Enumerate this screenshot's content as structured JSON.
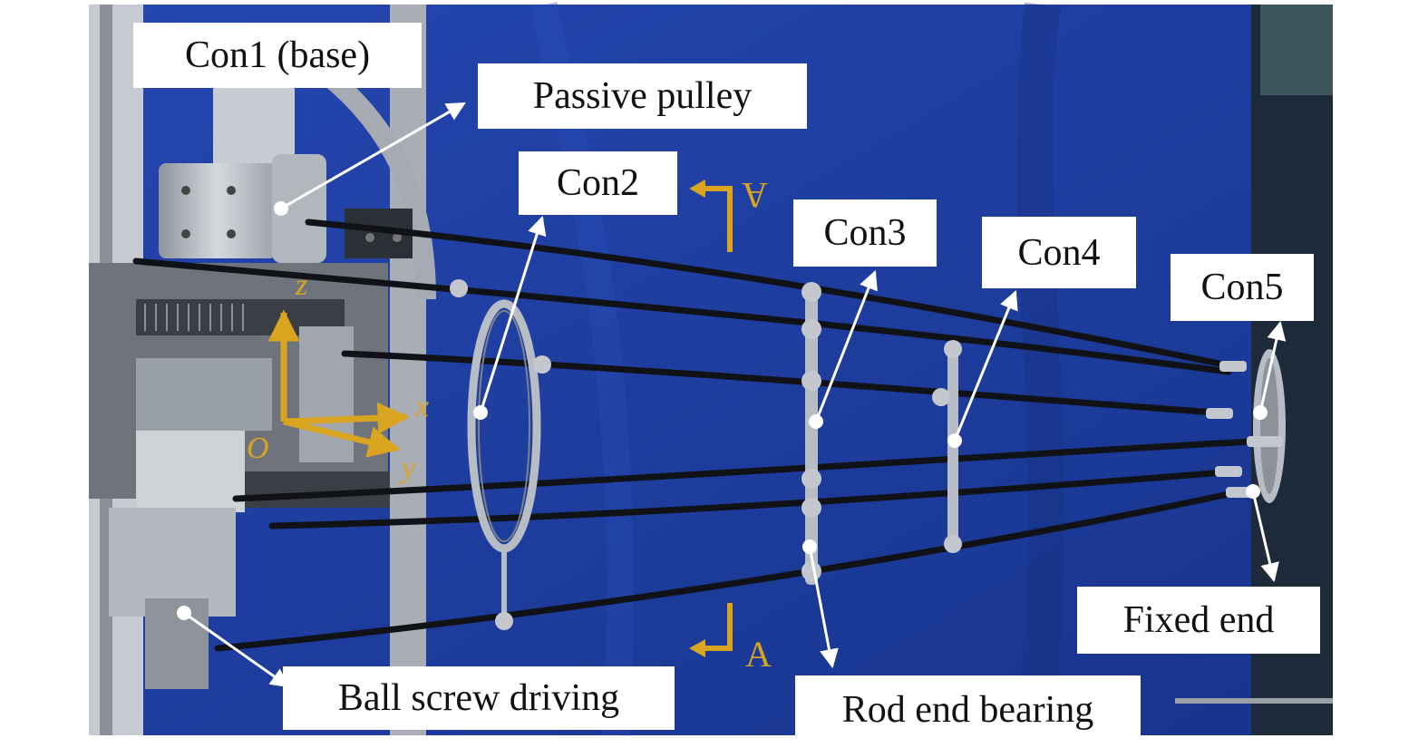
{
  "labels": {
    "con1": "Con1 (base)",
    "passive_pulley": "Passive pulley",
    "con2": "Con2",
    "con3": "Con3",
    "con4": "Con4",
    "con5": "Con5",
    "fixed_end": "Fixed end",
    "ball_screw": "Ball screw driving",
    "rod_end_bearing": "Rod end bearing"
  },
  "axes": {
    "z": "z",
    "x": "x",
    "y": "y",
    "origin": "O"
  },
  "section": {
    "top": "A",
    "bottom": "A"
  },
  "colors": {
    "background_cloth": "#1e3d9e",
    "axis_gold": "#d9a520",
    "cable": "#101218",
    "frame_silver": "#b8bcc4",
    "callout_bg": "#ffffff",
    "leader_line": "#ffffff"
  }
}
